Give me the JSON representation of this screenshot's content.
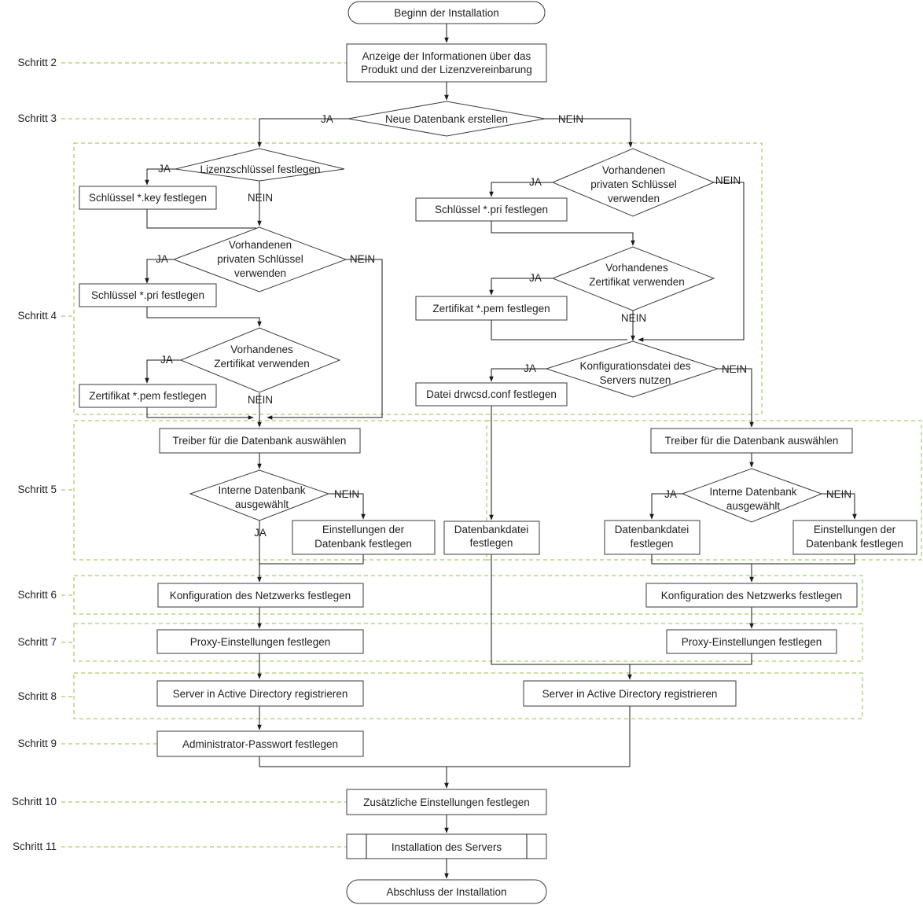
{
  "steps": {
    "s2": "Schritt 2",
    "s3": "Schritt 3",
    "s4": "Schritt 4",
    "s5": "Schritt 5",
    "s6": "Schritt 6",
    "s7": "Schritt 7",
    "s8": "Schritt 8",
    "s9": "Schritt 9",
    "s10": "Schritt 10",
    "s11": "Schritt 11"
  },
  "labels": {
    "yes": "JA",
    "no": "NEIN"
  },
  "nodes": {
    "start": "Beginn der Installation",
    "info_1": "Anzeige der Informationen über das",
    "info_2": "Produkt und der Lizenzvereinbarung",
    "new_db": "Neue Datenbank erstellen",
    "license_key": "Lizenzschlüssel festlegen",
    "key_file": "Schlüssel *.key festlegen",
    "use_pri_1": "Vorhandenen",
    "use_pri_2": "privaten Schlüssel",
    "use_pri_3": "verwenden",
    "pri_file": "Schlüssel *.pri festlegen",
    "use_cert_1": "Vorhandenes",
    "use_cert_2": "Zertifikat verwenden",
    "pem_file": "Zertifikat *.pem festlegen",
    "conf_use_1": "Konfigurationsdatei des",
    "conf_use_2": "Servers nutzen",
    "conf_file": "Datei drwcsd.conf festlegen",
    "db_driver": "Treiber für die Datenbank auswählen",
    "internal_db_1": "Interne Datenbank",
    "internal_db_2": "ausgewählt",
    "db_settings_1": "Einstellungen der",
    "db_settings_2": "Datenbank festlegen",
    "db_file_1": "Datenbankdatei",
    "db_file_2": "festlegen",
    "network": "Konfiguration des Netzwerks festlegen",
    "proxy": "Proxy-Einstellungen festlegen",
    "ad": "Server in Active Directory registrieren",
    "admin_pw": "Administrator-Passwort festlegen",
    "extra": "Zusätzliche Einstellungen festlegen",
    "install": "Installation des Servers",
    "end": "Abschluss der Installation"
  }
}
